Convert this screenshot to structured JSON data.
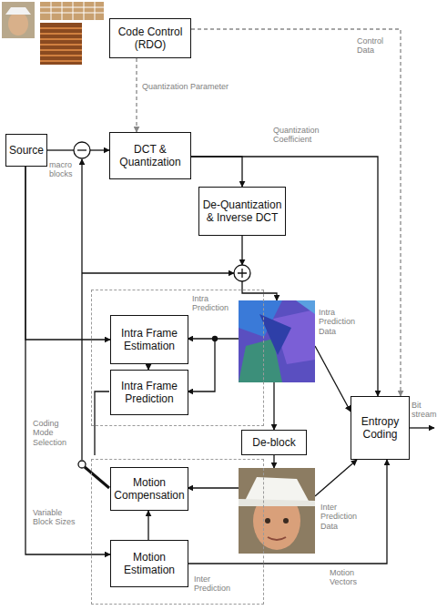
{
  "diagram": {
    "nodes": [
      {
        "text": [
          "Code Control (RDO)"
        ]
      },
      {
        "text": [
          "Source"
        ]
      },
      {
        "text": [
          "DCT & Quantization"
        ]
      },
      {
        "text": [
          "De-Quantization & Inverse DCT"
        ]
      },
      {
        "text": [
          "Intra Prediction"
        ]
      },
      {
        "text": [
          "Intra Frame Estimation"
        ],
        "in": 4
      },
      {
        "text": [
          "Intra Frame Prediction"
        ],
        "in": 4
      },
      {
        "text": [
          "Entropy Coding"
        ]
      },
      {
        "text": [
          "De-block"
        ]
      },
      {
        "text": [
          "Inter Prediction"
        ]
      },
      {
        "text": [
          "Motion Compensation"
        ],
        "in": 9
      },
      {
        "text": [
          "Motion Estimation"
        ],
        "in": 9
      }
    ],
    "edges": [
      {
        "from": 0,
        "to": 2,
        "arrow": "to"
      },
      {
        "from": 0,
        "to": 7,
        "arrow": "to"
      },
      {
        "from": 1,
        "to": 5,
        "arrow": "to"
      },
      {
        "from": 1,
        "to": 11,
        "arrow": "to"
      },
      {
        "from": 2,
        "to": 3,
        "arrow": "to"
      },
      {
        "from": 2,
        "to": 7,
        "arrow": "to"
      },
      {
        "from": 5,
        "to": 6,
        "arrow": "to"
      },
      {
        "from": 11,
        "to": 10,
        "arrow": "to"
      },
      {
        "from": 11,
        "to": 7,
        "arrow": "to"
      }
    ],
    "labels": [
      "Quantization Parameter",
      "Control Data",
      "macro blocks",
      "Quantization Coefficient",
      "Intra Prediction Data",
      "Bit stream",
      "Coding Mode Selection",
      "Inter Prediction Data",
      "Variable Block Sizes",
      "Motion Vectors"
    ]
  }
}
